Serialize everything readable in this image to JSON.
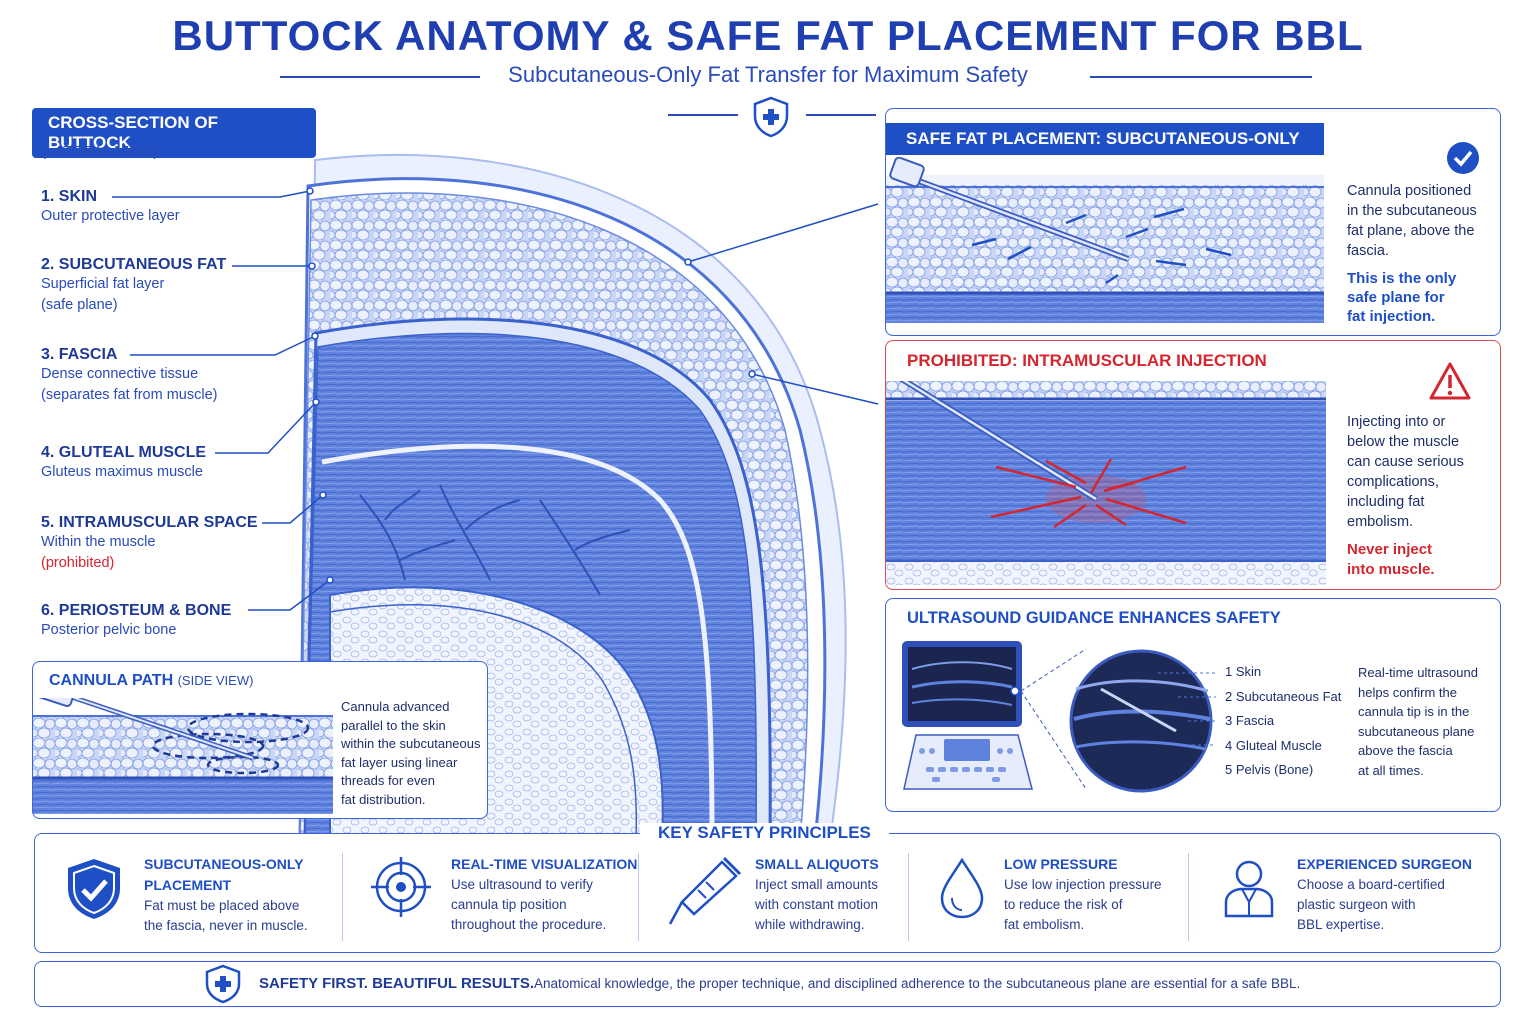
{
  "header": {
    "title": "BUTTOCK ANATOMY & SAFE FAT PLACEMENT FOR BBL",
    "subtitle": "Subcutaneous-Only Fat Transfer for Maximum Safety"
  },
  "cross_section": {
    "title": "CROSS-SECTION OF BUTTOCK",
    "view": "(LATERAL VIEW)",
    "layers": [
      {
        "name": "1. SKIN",
        "desc1": "Outer protective layer",
        "desc2": ""
      },
      {
        "name": "2. SUBCUTANEOUS FAT",
        "desc1": "Superficial fat layer",
        "desc2": "(safe plane)"
      },
      {
        "name": "3. FASCIA",
        "desc1": "Dense connective tissue",
        "desc2": "(separates fat from muscle)"
      },
      {
        "name": "4. GLUTEAL MUSCLE",
        "desc1": "Gluteus maximus muscle",
        "desc2": ""
      },
      {
        "name": "5. INTRAMUSCULAR SPACE",
        "desc1": "Within the muscle",
        "desc2": "(prohibited)"
      },
      {
        "name": "6. PERIOSTEUM & BONE",
        "desc1": "Posterior pelvic bone",
        "desc2": ""
      }
    ]
  },
  "cannula_path": {
    "title": "CANNULA PATH",
    "view": "(SIDE VIEW)",
    "text": [
      "Cannula advanced",
      "parallel to the skin",
      "within the subcutaneous",
      "fat layer using linear",
      "threads for even",
      "fat distribution."
    ]
  },
  "safe_panel": {
    "title": "SAFE FAT PLACEMENT: SUBCUTANEOUS-ONLY",
    "text": [
      "Cannula positioned",
      "in the subcutaneous",
      "fat plane, above the",
      "fascia."
    ],
    "emphasis": [
      "This is the only",
      "safe plane for",
      "fat injection."
    ]
  },
  "prohibited_panel": {
    "title": "PROHIBITED: INTRAMUSCULAR INJECTION",
    "text": [
      "Injecting into or",
      "below the muscle",
      "can cause serious",
      "complications,",
      "including fat",
      "embolism."
    ],
    "emphasis": [
      "Never inject",
      "into muscle."
    ]
  },
  "ultrasound_panel": {
    "title": "ULTRASOUND GUIDANCE ENHANCES SAFETY",
    "layers": [
      "1  Skin",
      "2  Subcutaneous Fat",
      "3  Fascia",
      "4  Gluteal Muscle",
      "5  Pelvis (Bone)"
    ],
    "text": [
      "Real-time ultrasound",
      "helps confirm the",
      "cannula tip is in the",
      "subcutaneous plane",
      "above the fascia",
      "at all times."
    ]
  },
  "principles": {
    "title": "KEY SAFETY PRINCIPLES",
    "items": [
      {
        "icon": "shield-check-icon",
        "title1": "SUBCUTANEOUS-ONLY",
        "title2": "PLACEMENT",
        "text": [
          "Fat must be placed above",
          "the fascia, never in muscle."
        ]
      },
      {
        "icon": "crosshair-icon",
        "title1": "REAL-TIME VISUALIZATION",
        "title2": "",
        "text": [
          "Use ultrasound to verify",
          "cannula tip position",
          "throughout the procedure."
        ]
      },
      {
        "icon": "syringe-icon",
        "title1": "SMALL ALIQUOTS",
        "title2": "",
        "text": [
          "Inject small amounts",
          "with constant motion",
          "while withdrawing."
        ]
      },
      {
        "icon": "droplet-icon",
        "title1": "LOW PRESSURE",
        "title2": "",
        "text": [
          "Use low injection pressure",
          "to reduce the risk of",
          "fat embolism."
        ]
      },
      {
        "icon": "surgeon-icon",
        "title1": "EXPERIENCED SURGEON",
        "title2": "",
        "text": [
          "Choose a board-certified",
          "plastic surgeon with",
          "BBL expertise."
        ]
      }
    ]
  },
  "footer": {
    "headline": "SAFETY FIRST. BEAUTIFUL RESULTS.",
    "text": "Anatomical knowledge, the proper technique, and disciplined adherence to the subcutaneous plane are essential for a safe BBL."
  },
  "colors": {
    "primary": "#1f4fc4",
    "danger": "#d3262f",
    "tissue": "#5a7fe0"
  }
}
